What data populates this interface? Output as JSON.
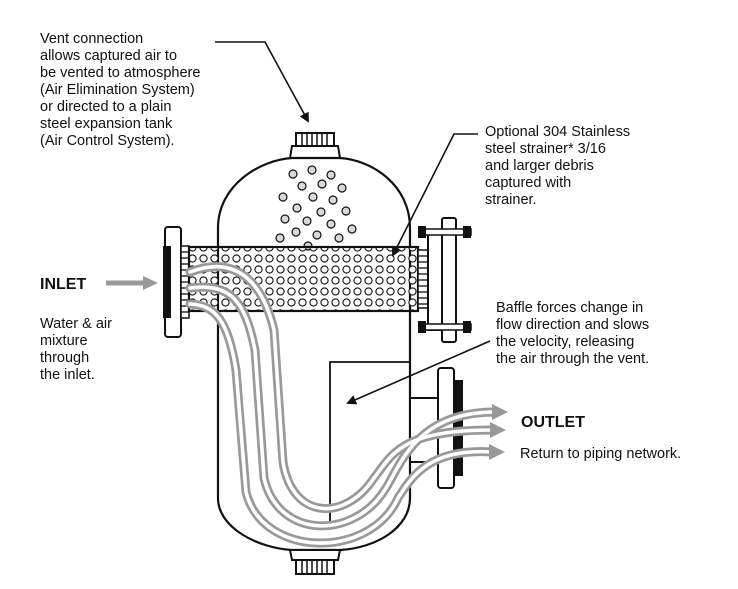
{
  "labels": {
    "vent": "Vent connection\nallows captured air to\nbe vented to atmosphere\n(Air Elimination System)\nor directed to a plain\nsteel expansion tank\n(Air Control System).",
    "strainer": "Optional 304 Stainless\nsteel strainer* 3/16\nand larger debris\ncaptured with\nstrainer.",
    "inlet_title": "INLET",
    "inlet_desc": "Water & air\nmixture\nthrough\nthe inlet.",
    "baffle": "Baffle forces change in\nflow direction and slows\nthe velocity, releasing\nthe air through the vent.",
    "outlet_title": "OUTLET",
    "return": "Return to piping network."
  },
  "colors": {
    "outline": "#111111",
    "flow": "#999999",
    "bubble": "#d9d9d9",
    "background": "#ffffff"
  }
}
